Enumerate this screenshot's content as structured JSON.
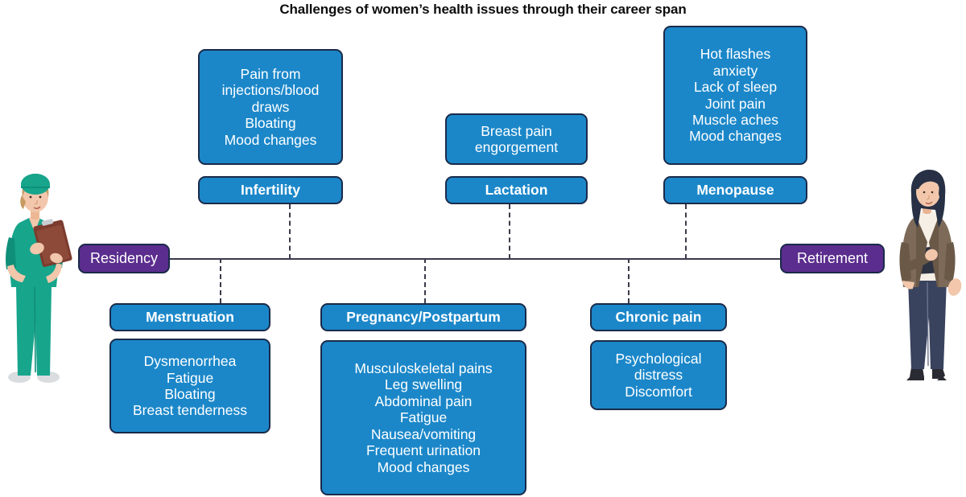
{
  "title": "Challenges of women’s health issues through their career span",
  "colors": {
    "card_blue": "#1b87c9",
    "pill_purple": "#5b2d8e",
    "border_navy": "#1a2a4a",
    "axis_gray": "#3a3a4a",
    "card_text": "#ffffff"
  },
  "timeline": {
    "start_label": "Residency",
    "end_label": "Retirement"
  },
  "stages_above": [
    {
      "key": "infertility",
      "label": "Infertility",
      "symptoms": "Pain from\ninjections/blood\ndraws\nBloating\nMood changes",
      "symptom_list": [
        "Pain from injections/blood draws",
        "Bloating",
        "Mood changes"
      ]
    },
    {
      "key": "lactation",
      "label": "Lactation",
      "symptoms": "Breast pain\nengorgement",
      "symptom_list": [
        "Breast pain",
        "engorgement"
      ]
    },
    {
      "key": "menopause",
      "label": "Menopause",
      "symptoms": "Hot flashes\nanxiety\nLack of sleep\nJoint pain\nMuscle aches\nMood changes",
      "symptom_list": [
        "Hot flashes",
        "anxiety",
        "Lack of sleep",
        "Joint pain",
        "Muscle aches",
        "Mood changes"
      ]
    }
  ],
  "stages_below": [
    {
      "key": "menstruation",
      "label": "Menstruation",
      "symptoms": "Dysmenorrhea\nFatigue\nBloating\nBreast tenderness",
      "symptom_list": [
        "Dysmenorrhea",
        "Fatigue",
        "Bloating",
        "Breast tenderness"
      ]
    },
    {
      "key": "pregnancy",
      "label": "Pregnancy/Postpartum",
      "symptoms": "Musculoskeletal pains\nLeg swelling\nAbdominal pain\nFatigue\nNausea/vomiting\nFrequent urination\nMood changes",
      "symptom_list": [
        "Musculoskeletal pains",
        "Leg swelling",
        "Abdominal pain",
        "Fatigue",
        "Nausea/vomiting",
        "Frequent urination",
        "Mood changes"
      ]
    },
    {
      "key": "chronic_pain",
      "label": "Chronic pain",
      "symptoms": "Psychological\ndistress\nDiscomfort",
      "symptom_list": [
        "Psychological distress",
        "Discomfort"
      ]
    }
  ],
  "illustrations": {
    "left": {
      "name": "nurse-in-scrubs-with-clipboard",
      "scrubs": "#17a58c",
      "scrubs_dark": "#0f8f79",
      "skin": "#f2c7ab",
      "hair": "#c79a63",
      "clipboard": "#7c3b2e",
      "shoes": "#d9dde0"
    },
    "right": {
      "name": "physician-in-business-attire",
      "blazer": "#7d6a58",
      "blazer_dark": "#6b5948",
      "blouse": "#f6efe6",
      "trousers": "#39435e",
      "hair": "#273044",
      "skin": "#f2c7ab",
      "shoes": "#2a2a33"
    }
  }
}
